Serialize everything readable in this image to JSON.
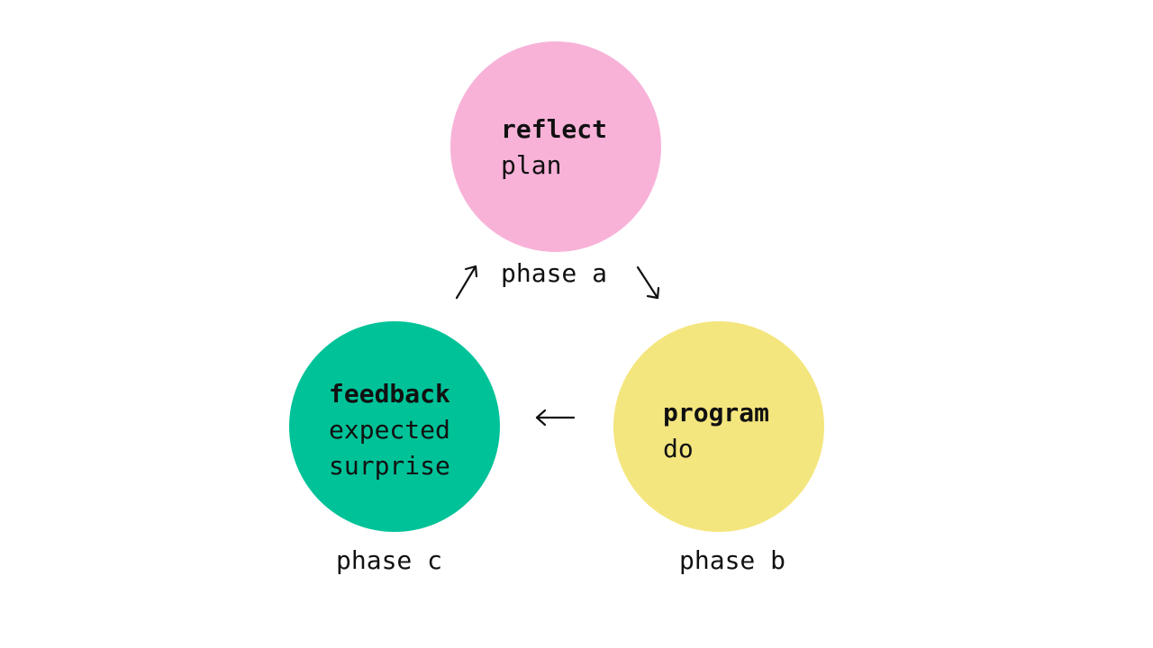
{
  "colors": {
    "phase_a_circle": "#f8b2d8",
    "phase_b_circle": "#f4e67e",
    "phase_c_circle": "#00c298",
    "text": "#111111",
    "arrow": "#111111"
  },
  "nodes": {
    "a": {
      "title": "reflect",
      "lines": [
        "plan"
      ],
      "phase_label": "phase a"
    },
    "b": {
      "title": "program",
      "lines": [
        "do"
      ],
      "phase_label": "phase b"
    },
    "c": {
      "title": "feedback",
      "lines": [
        "expected",
        "surprise"
      ],
      "phase_label": "phase c"
    }
  },
  "arrows": [
    {
      "from": "c",
      "to": "a",
      "icon": "arrow-up-right-icon"
    },
    {
      "from": "a",
      "to": "b",
      "icon": "arrow-down-right-icon"
    },
    {
      "from": "b",
      "to": "c",
      "icon": "arrow-left-icon"
    }
  ]
}
